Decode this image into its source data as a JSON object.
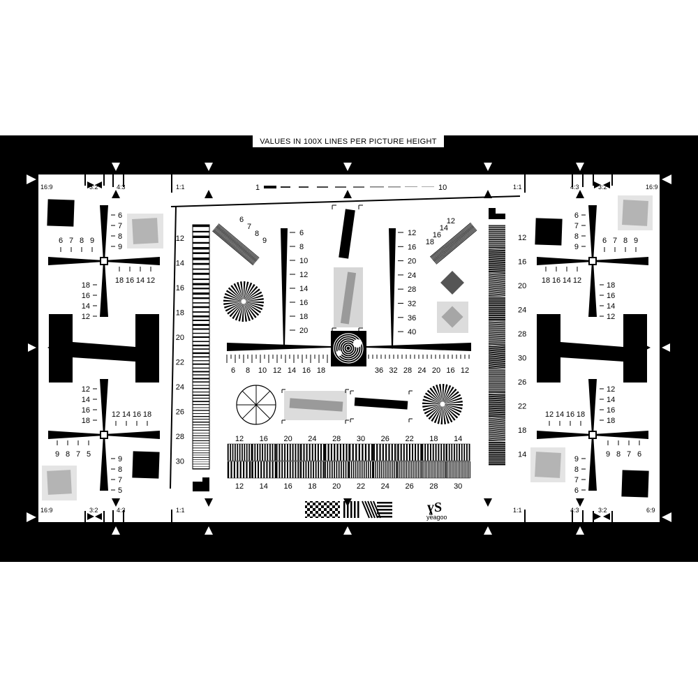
{
  "banner": {
    "title": "VALUES IN 100X LINES PER PICTURE HEIGHT"
  },
  "aspect_marks": {
    "top_left": [
      "16:9",
      "3:2",
      "4:3",
      "1:1"
    ],
    "top_right": [
      "1:1",
      "4:3",
      "3:2",
      "16:9"
    ],
    "bottom_left": [
      "16:9",
      "3:2",
      "4:3",
      "1:1"
    ],
    "bottom_right": [
      "1:1",
      "4:3",
      "3:2",
      "6:9"
    ]
  },
  "top_scale": {
    "start": "1",
    "end": "10"
  },
  "left_wedge": [
    "12",
    "14",
    "16",
    "18",
    "20",
    "22",
    "24",
    "26",
    "28",
    "30"
  ],
  "right_wedge": [
    "12",
    "16",
    "20",
    "24",
    "28",
    "30",
    "26",
    "22",
    "18",
    "14"
  ],
  "corner_tl": {
    "vert": [
      "6",
      "7",
      "8",
      "9"
    ],
    "horiz_top": [
      "6",
      "7",
      "8",
      "9"
    ],
    "horiz_bot": [
      "18",
      "16",
      "14",
      "12"
    ],
    "vert_bot": [
      "18",
      "16",
      "14",
      "12"
    ]
  },
  "corner_bl": {
    "vert": [
      "12",
      "14",
      "16",
      "18"
    ],
    "horiz_top": [
      "18",
      "16",
      "14",
      "12"
    ],
    "horiz_bot": [
      "5",
      "7",
      "8",
      "9"
    ],
    "vert_bot": [
      "9",
      "8",
      "7",
      "5"
    ]
  },
  "corner_tr": {
    "vert": [
      "6",
      "7",
      "8",
      "9"
    ],
    "horiz_top": [
      "9",
      "8",
      "7",
      "6"
    ],
    "horiz_bot": [
      "12",
      "14",
      "16",
      "18"
    ],
    "vert_bot": [
      "18",
      "16",
      "14",
      "12"
    ]
  },
  "corner_br": {
    "vert": [
      "12",
      "14",
      "16",
      "18"
    ],
    "horiz_top": [
      "12",
      "14",
      "16",
      "18"
    ],
    "horiz_bot": [
      "9",
      "8",
      "7",
      "6"
    ],
    "vert_bot": [
      "9",
      "8",
      "7",
      "6"
    ]
  },
  "diag_left": [
    "6",
    "7",
    "8",
    "9"
  ],
  "diag_right": [
    "12",
    "14",
    "16",
    "18"
  ],
  "vscale_left": [
    "6",
    "8",
    "10",
    "12",
    "14",
    "16",
    "18",
    "20"
  ],
  "vscale_right": [
    "12",
    "16",
    "20",
    "24",
    "28",
    "32",
    "36",
    "40"
  ],
  "hscale_left": [
    "6",
    "8",
    "10",
    "12",
    "14",
    "16",
    "18"
  ],
  "hscale_right": [
    "36",
    "32",
    "28",
    "24",
    "20",
    "16",
    "12"
  ],
  "bar_top": [
    "12",
    "16",
    "20",
    "24",
    "28",
    "30",
    "26",
    "22",
    "18",
    "14"
  ],
  "bar_bottom": [
    "12",
    "14",
    "16",
    "18",
    "20",
    "22",
    "24",
    "26",
    "28",
    "30"
  ],
  "logo_text": "yeagoo"
}
